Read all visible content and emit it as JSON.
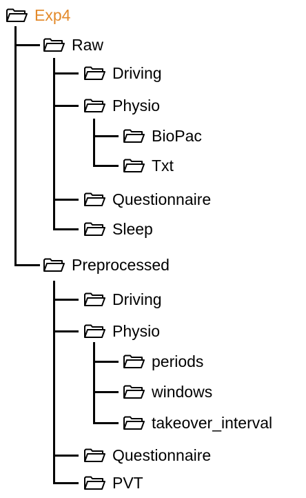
{
  "tree": {
    "root": {
      "label": "Exp4",
      "icon": "folder-icon",
      "color": "#e38a2b"
    },
    "raw": {
      "label": "Raw",
      "icon": "folder-icon",
      "children": {
        "driving": {
          "label": "Driving",
          "icon": "folder-icon"
        },
        "physio": {
          "label": "Physio",
          "icon": "folder-icon",
          "children": {
            "biopac": {
              "label": "BioPac",
              "icon": "folder-icon"
            },
            "txt": {
              "label": "Txt",
              "icon": "folder-icon"
            }
          }
        },
        "questionnaire": {
          "label": "Questionnaire",
          "icon": "folder-icon"
        },
        "sleep": {
          "label": "Sleep",
          "icon": "folder-icon"
        }
      }
    },
    "preprocessed": {
      "label": "Preprocessed",
      "icon": "folder-icon",
      "children": {
        "driving": {
          "label": "Driving",
          "icon": "folder-icon"
        },
        "physio": {
          "label": "Physio",
          "icon": "folder-icon",
          "children": {
            "periods": {
              "label": "periods",
              "icon": "folder-icon"
            },
            "windows": {
              "label": "windows",
              "icon": "folder-icon"
            },
            "takeover_interval": {
              "label": "takeover_interval",
              "icon": "folder-icon"
            }
          }
        },
        "questionnaire": {
          "label": "Questionnaire",
          "icon": "folder-icon"
        },
        "pvt": {
          "label": "PVT",
          "icon": "folder-icon"
        }
      }
    }
  }
}
